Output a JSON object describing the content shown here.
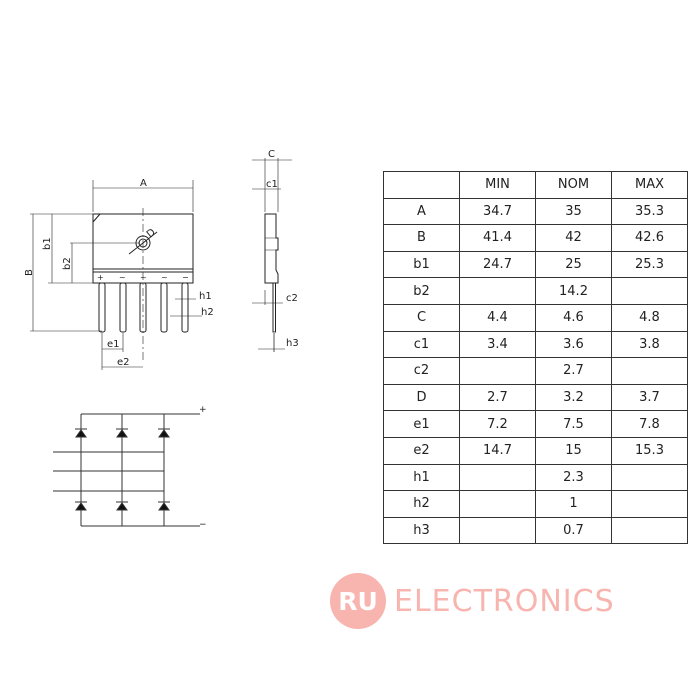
{
  "drawing": {
    "labels": {
      "A": "A",
      "B": "B",
      "b1": "b1",
      "b2": "b2",
      "C": "C",
      "c1": "c1",
      "c2": "c2",
      "D": "D",
      "e1": "e1",
      "e2": "e2",
      "h1": "h1",
      "h2": "h2",
      "h3": "h3"
    },
    "pin_marks": [
      "+",
      "~",
      "~",
      "~",
      "−"
    ],
    "circuit": {
      "plus": "+",
      "minus": "−"
    }
  },
  "table": {
    "headers": [
      "",
      "MIN",
      "NOM",
      "MAX"
    ],
    "rows": [
      [
        "A",
        "34.7",
        "35",
        "35.3"
      ],
      [
        "B",
        "41.4",
        "42",
        "42.6"
      ],
      [
        "b1",
        "24.7",
        "25",
        "25.3"
      ],
      [
        "b2",
        "",
        "14.2",
        ""
      ],
      [
        "C",
        "4.4",
        "4.6",
        "4.8"
      ],
      [
        "c1",
        "3.4",
        "3.6",
        "3.8"
      ],
      [
        "c2",
        "",
        "2.7",
        ""
      ],
      [
        "D",
        "2.7",
        "3.2",
        "3.7"
      ],
      [
        "e1",
        "7.2",
        "7.5",
        "7.8"
      ],
      [
        "e2",
        "14.7",
        "15",
        "15.3"
      ],
      [
        "h1",
        "",
        "2.3",
        ""
      ],
      [
        "h2",
        "",
        "1",
        ""
      ],
      [
        "h3",
        "",
        "0.7",
        ""
      ]
    ]
  },
  "logo": {
    "mark": "RU",
    "text": "ELECTRONICS",
    "color": "#f8b4ae"
  }
}
